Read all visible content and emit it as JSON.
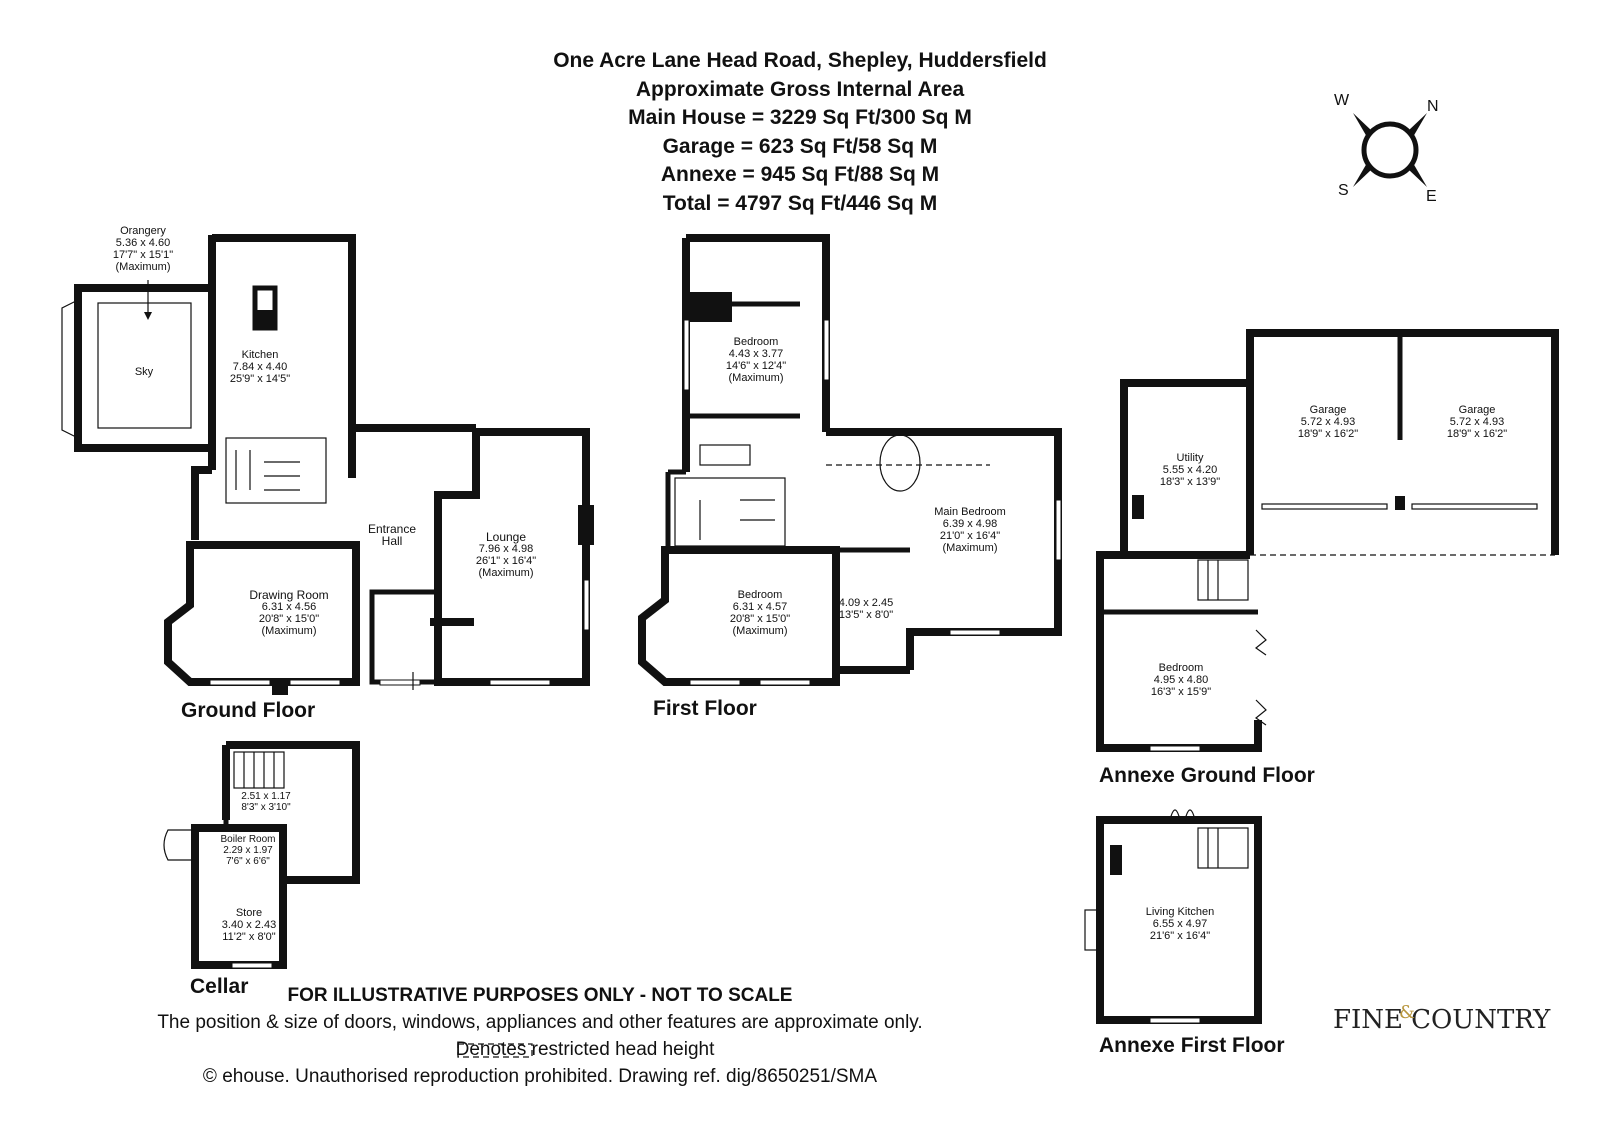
{
  "header": {
    "address": "One Acre Lane Head Road, Shepley, Huddersfield",
    "area_title": "Approximate Gross Internal Area",
    "main_house": "Main House = 3229 Sq Ft/300 Sq M",
    "garage": "Garage = 623 Sq Ft/58 Sq M",
    "annexe": "Annexe = 945 Sq Ft/88 Sq M",
    "total": "Total = 4797 Sq Ft/446 Sq M"
  },
  "compass": {
    "w": "W",
    "n": "N",
    "s": "S",
    "e": "E"
  },
  "floors": {
    "ground": "Ground Floor",
    "first": "First Floor",
    "cellar": "Cellar",
    "annexe_ground": "Annexe Ground Floor",
    "annexe_first": "Annexe First Floor"
  },
  "rooms": {
    "orangery": {
      "name": "Orangery",
      "metric": "5.36 x 4.60",
      "imperial": "17'7\" x 15'1\"",
      "note": "(Maximum)"
    },
    "sky": {
      "name": "Sky"
    },
    "kitchen": {
      "name": "Kitchen",
      "metric": "7.84 x 4.40",
      "imperial": "25'9\" x 14'5\""
    },
    "entrance_hall": {
      "name": "Entrance",
      "name2": "Hall"
    },
    "lounge": {
      "name": "Lounge",
      "metric": "7.96 x 4.98",
      "imperial": "26'1\" x 16'4\"",
      "note": "(Maximum)"
    },
    "drawing_room": {
      "name": "Drawing Room",
      "metric": "6.31 x 4.56",
      "imperial": "20'8\" x 15'0\"",
      "note": "(Maximum)"
    },
    "bedroom_first_top": {
      "name": "Bedroom",
      "metric": "4.43 x 3.77",
      "imperial": "14'6\" x 12'4\"",
      "note": "(Maximum)"
    },
    "main_bedroom": {
      "name": "Main Bedroom",
      "metric": "6.39 x 4.98",
      "imperial": "21'0\" x 16'4\"",
      "note": "(Maximum)"
    },
    "bedroom_first_left": {
      "name": "Bedroom",
      "metric": "6.31 x 4.57",
      "imperial": "20'8\" x 15'0\"",
      "note": "(Maximum)"
    },
    "first_small_room": {
      "metric": "4.09 x 2.45",
      "imperial": "13'5\" x 8'0\""
    },
    "utility": {
      "name": "Utility",
      "metric": "5.55 x 4.20",
      "imperial": "18'3\" x 13'9\""
    },
    "garage_1": {
      "name": "Garage",
      "metric": "5.72 x 4.93",
      "imperial": "18'9\" x 16'2\""
    },
    "garage_2": {
      "name": "Garage",
      "metric": "5.72 x 4.93",
      "imperial": "18'9\" x 16'2\""
    },
    "annexe_bedroom": {
      "name": "Bedroom",
      "metric": "4.95 x 4.80",
      "imperial": "16'3\" x 15'9\""
    },
    "cellar_small": {
      "metric": "2.51 x 1.17",
      "imperial": "8'3\" x 3'10\""
    },
    "boiler_room": {
      "name": "Boiler Room",
      "metric": "2.29 x 1.97",
      "imperial": "7'6\" x 6'6\""
    },
    "store": {
      "name": "Store",
      "metric": "3.40 x 2.43",
      "imperial": "11'2\" x 8'0\""
    },
    "living_kitchen": {
      "name": "Living Kitchen",
      "metric": "6.55 x 4.97",
      "imperial": "21'6\" x 16'4\""
    }
  },
  "footer": {
    "disclaimer": "FOR ILLUSTRATIVE PURPOSES ONLY - NOT TO SCALE",
    "note": "The position & size of doors, windows, appliances and other features are approximate only.",
    "legend": "Denotes restricted head height",
    "copyright": "© ehouse. Unauthorised reproduction prohibited. Drawing ref. dig/8650251/SMA"
  },
  "logo": {
    "part1": "FINE",
    "amp": "&",
    "part2": "COUNTRY"
  }
}
